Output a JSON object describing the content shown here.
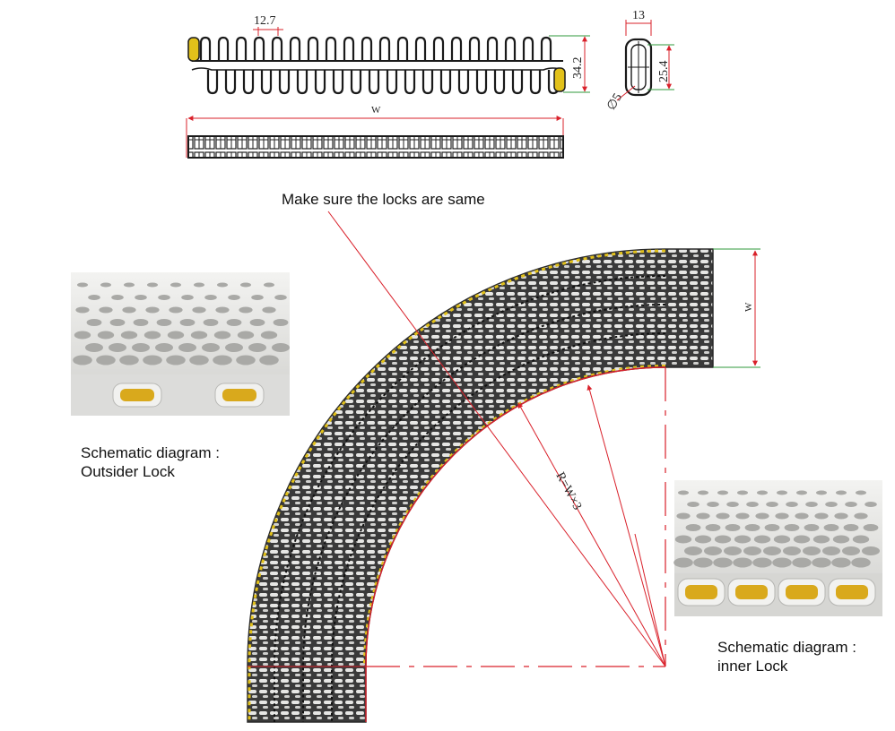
{
  "dimensions": {
    "pitch": "12.7",
    "height": "34.2",
    "thickness": "13",
    "pin_span": "25.4",
    "hole_diameter": "∅5",
    "width": "W",
    "width_curve": "W",
    "radius": "R=W×3"
  },
  "notes": {
    "lock_note": "Make sure the locks are same"
  },
  "captions": {
    "outsider": {
      "line1": "Schematic diagram :",
      "line2": "Outsider Lock"
    },
    "inner": {
      "line1": "Schematic diagram :",
      "line2": "inner Lock"
    }
  },
  "colors": {
    "dimension_red": "#d9202a",
    "extension_green": "#2f9a3b",
    "lock_yellow": "#e2c11a",
    "belt_dark": "#2b2b2b",
    "belt_light": "#d8d8d6"
  }
}
